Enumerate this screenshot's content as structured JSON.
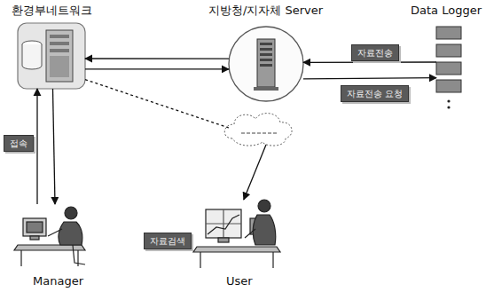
{
  "diagram": {
    "nodes": [
      {
        "text": [
          "환경부네트워크"
        ]
      },
      {
        "text": [
          "지방청/지자체 Server"
        ]
      },
      {
        "text": [
          "Data Logger"
        ]
      },
      {
        "text": [
          "Manager"
        ]
      },
      {
        "text": [
          "User"
        ]
      }
    ],
    "edges": [
      {
        "from": 1,
        "to": 0,
        "arrow": "to"
      },
      {
        "from": 0,
        "to": 1,
        "arrow": "to"
      },
      {
        "from": 2,
        "to": 1,
        "label": "자료전송",
        "arrow": "to"
      },
      {
        "from": 1,
        "to": 2,
        "label": "자료전송 요청",
        "arrow": "to"
      },
      {
        "from": 3,
        "to": 0,
        "label": "접속",
        "arrow": "to"
      },
      {
        "from": 0,
        "to": 3,
        "arrow": "to"
      },
      {
        "from": 0,
        "to": 4,
        "label": "자료검색",
        "arrow": "to"
      }
    ]
  }
}
